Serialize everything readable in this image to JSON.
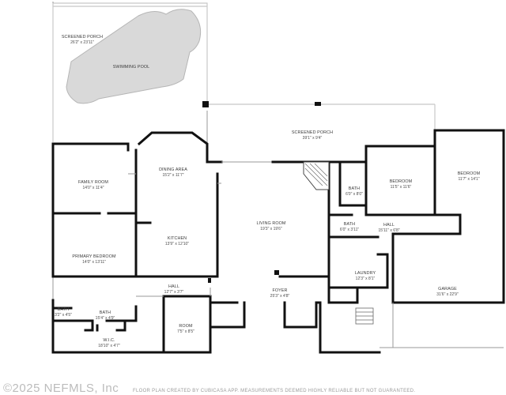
{
  "rooms": {
    "screened_porch_top": {
      "name": "SCREENED PORCH",
      "dims": "26'2\" x 23'11\""
    },
    "swimming_pool": {
      "name": "SWIMMING POOL"
    },
    "screened_porch_mid": {
      "name": "SCREENED PORCH",
      "dims": "39'1\" x 9'4\""
    },
    "family_room": {
      "name": "FAMILY ROOM",
      "dims": "14'0\" x 11'4\""
    },
    "dining_area": {
      "name": "DINING AREA",
      "dims": "15'2\" x 11'7\""
    },
    "bedroom_1": {
      "name": "BEDROOM",
      "dims": "11'5\" x 11'6\""
    },
    "bedroom_2": {
      "name": "BEDROOM",
      "dims": "11'7\" x 14'1\""
    },
    "bath_1": {
      "name": "BATH",
      "dims": "6'0\" x 8'0\""
    },
    "bath_2": {
      "name": "BATH",
      "dims": "6'0\" x 3'11\""
    },
    "hall_1": {
      "name": "HALL",
      "dims": "15'11\" x 6'8\""
    },
    "living_room": {
      "name": "LIVING ROOM",
      "dims": "19'3\" x 19'6\""
    },
    "kitchen": {
      "name": "KITCHEN",
      "dims": "13'9\" x 12'10\""
    },
    "primary_bedroom": {
      "name": "PRIMARY BEDROOM",
      "dims": "14'0\" x 13'11\""
    },
    "laundry": {
      "name": "LAUNDRY",
      "dims": "12'3\" x 8'1\""
    },
    "garage": {
      "name": "GARAGE",
      "dims": "31'6\" x 22'9\""
    },
    "hall_2": {
      "name": "HALL",
      "dims": "12'7\" x 3'7\""
    },
    "foyer": {
      "name": "FOYER",
      "dims": "25'3\" x 4'8\""
    },
    "bath_3": {
      "name": "BATH",
      "dims": "3'2\" x 4'5\""
    },
    "bath_4": {
      "name": "BATH",
      "dims": "15'4\" x 4'9\""
    },
    "room": {
      "name": "ROOM",
      "dims": "7'5\" x 8'5\""
    },
    "wic": {
      "name": "W.I.C.",
      "dims": "18'10\" x 4'7\""
    }
  },
  "watermark": "©2025 NEFMLS, Inc",
  "disclaimer": "FLOOR PLAN CREATED BY CUBICASA APP. MEASUREMENTS DEEMED HIGHLY RELIABLE BUT NOT GUARANTEED."
}
